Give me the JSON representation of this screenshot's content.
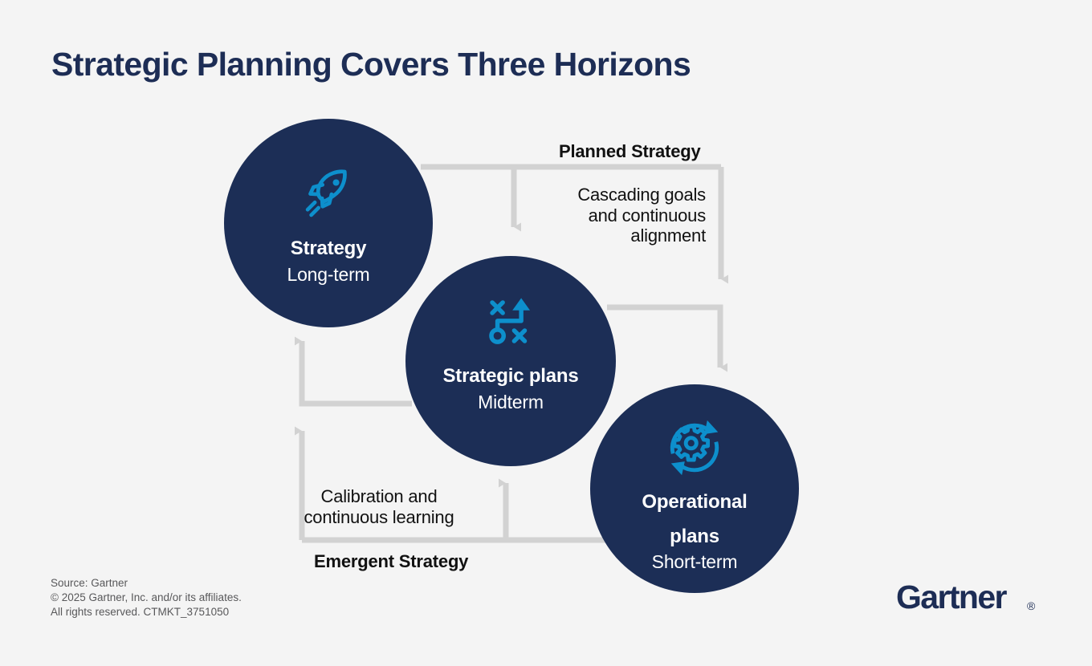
{
  "page": {
    "title": "Strategic Planning Covers Three Horizons",
    "background_color": "#f4f4f4"
  },
  "colors": {
    "navy": "#1c2e56",
    "accent_blue": "#0d8fcc",
    "arrow_gray": "#d2d2d2",
    "text_dark": "#111111",
    "source_gray": "#58585a"
  },
  "nodes": [
    {
      "id": "strategy",
      "icon": "rocket-icon",
      "title": "Strategy",
      "subtitle": "Long-term"
    },
    {
      "id": "strategic-plans",
      "icon": "strategy-playbook-icon",
      "title": "Strategic plans",
      "subtitle": "Midterm"
    },
    {
      "id": "operational-plans",
      "icon": "gear-refresh-icon",
      "title_line1": "Operational",
      "title_line2": "plans",
      "subtitle": "Short-term"
    }
  ],
  "labels": {
    "planned_strategy": "Planned Strategy",
    "cascading_line1": "Cascading goals",
    "cascading_line2": "and continuous",
    "cascading_line3": "alignment",
    "calibration_line1": "Calibration and",
    "calibration_line2": "continuous learning",
    "emergent_strategy": "Emergent Strategy"
  },
  "footer": {
    "source": "Source: Gartner",
    "copyright": "© 2025 Gartner, Inc. and/or its affiliates.",
    "rights": "All rights reserved. CTMKT_3751050",
    "logo_text": "Gartner",
    "logo_mark": "®"
  }
}
